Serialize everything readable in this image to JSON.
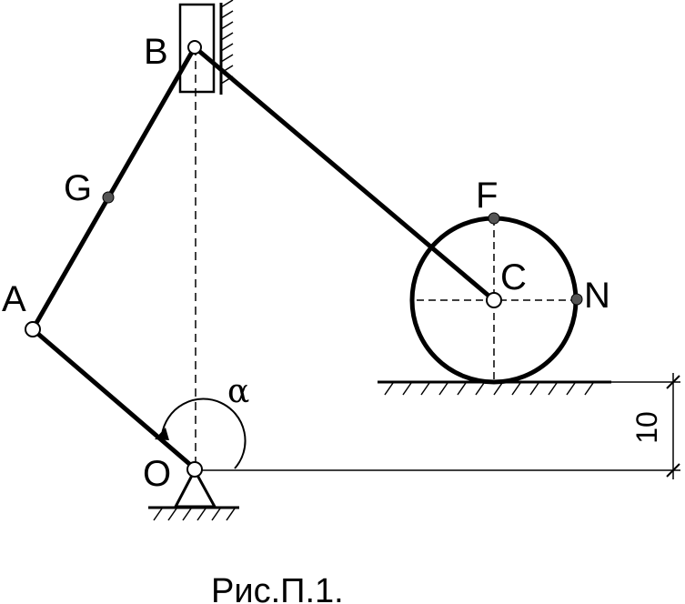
{
  "points": {
    "A": "A",
    "B": "B",
    "C": "C",
    "F": "F",
    "G": "G",
    "N": "N",
    "O": "O"
  },
  "angle_label": "α",
  "dimension_label": "10",
  "caption": "Рис.П.1."
}
